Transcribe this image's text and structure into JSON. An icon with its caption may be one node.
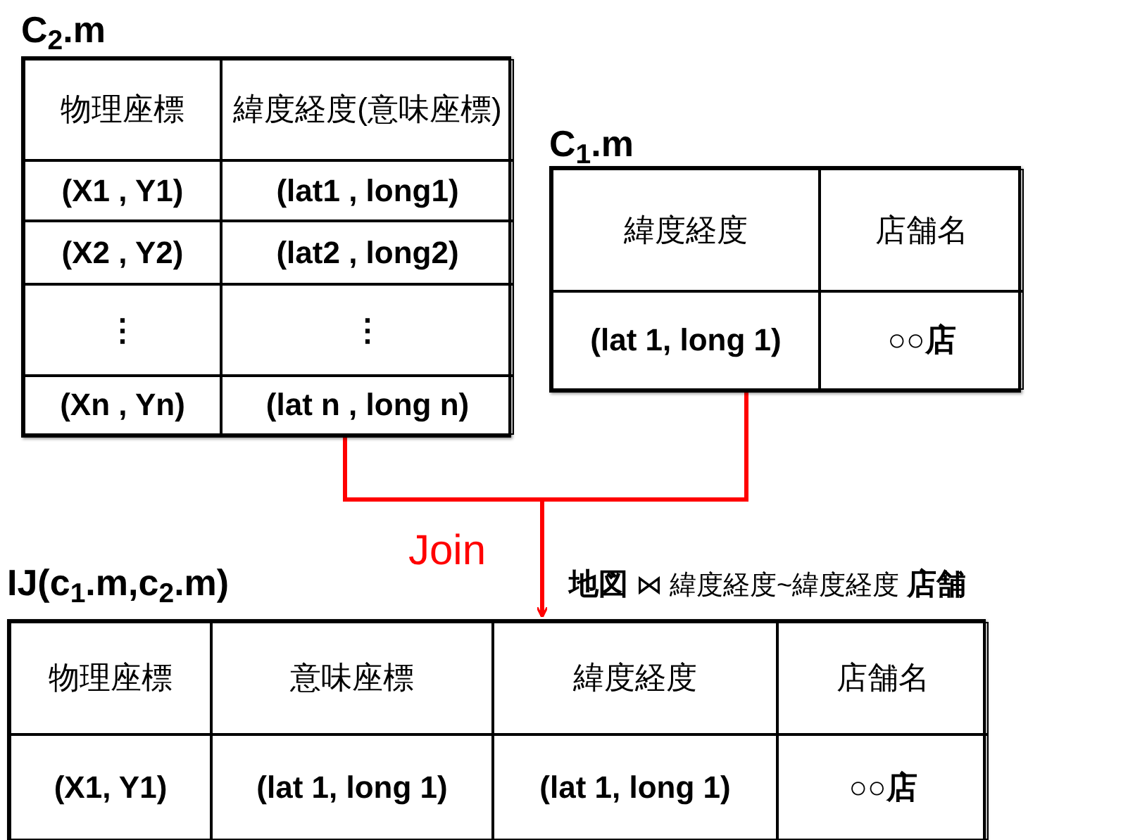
{
  "diagram": {
    "nodes": [
      {
        "text": [
          "C$_{2}$.m",
          "物理座標",
          "緯度経度(意味座標)",
          "(X1 , Y1)",
          "(lat1 , long1)",
          "(X2 , Y2)",
          "(lat2 , long2)",
          "⋮",
          "⋮",
          "(Xn , Yn)",
          "(lat n , long n)"
        ]
      },
      {
        "text": [
          "C$_{1}$.m",
          "緯度経度",
          "店舗名",
          "(lat 1, long 1)",
          "○○店"
        ]
      },
      {
        "text": [
          "IJ(c$_{1}$.m,c$_{2}$.m)",
          "物理座標",
          "意味座標",
          "緯度経度",
          "店舗名",
          "(X1, Y1)",
          "(lat 1, long 1)",
          "(lat 1, long 1)",
          "○○店"
        ]
      }
    ],
    "edges": [
      {
        "from": 0,
        "to": 2,
        "arrow": "to",
        "label": "Join",
        "color": "#ff0000"
      },
      {
        "from": 1,
        "to": 2,
        "arrow": "to",
        "color": "#ff0000"
      }
    ],
    "labels": [
      "**地図** ⋈ 緯度経度~緯度経度 **店舗**"
    ]
  }
}
